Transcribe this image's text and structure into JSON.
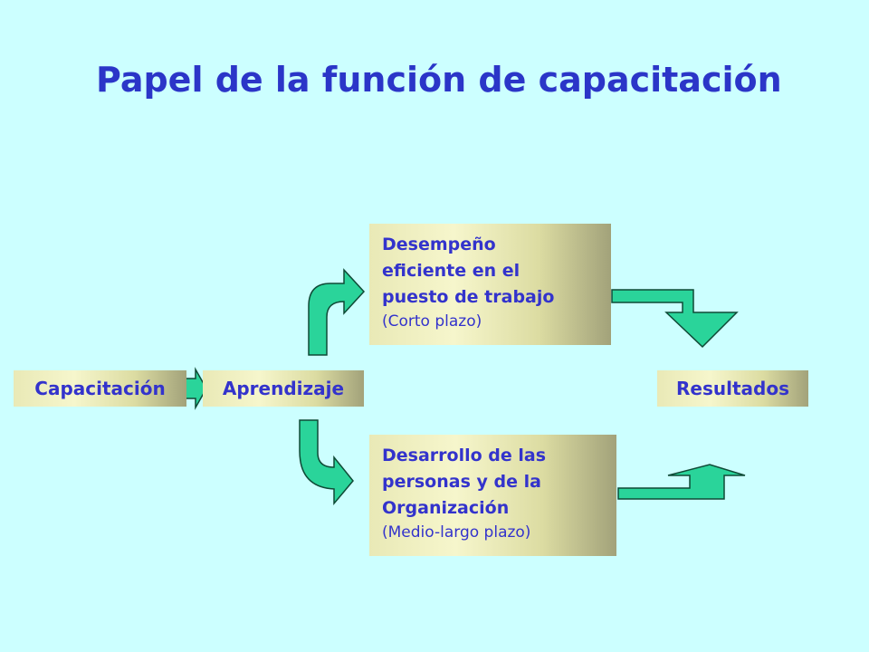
{
  "title": "Papel de la función de capacitación",
  "nodes": {
    "capacitacion": "Capacitación",
    "aprendizaje": "Aprendizaje",
    "resultados": "Resultados"
  },
  "outcomes": {
    "desempeno": {
      "lines": [
        "Desempeño",
        "eficiente en el",
        "puesto de trabajo"
      ],
      "term": "(Corto plazo)"
    },
    "desarrollo": {
      "lines": [
        "Desarrollo de las",
        "personas y de la",
        "Organización"
      ],
      "term": "(Medio-largo plazo)"
    }
  },
  "colors": {
    "background": "#ccffff",
    "title": "#2b35c8",
    "box_text": "#3333cc",
    "arrow_fill": "#2ad49a",
    "arrow_stroke": "#0f4a36"
  },
  "icons": {
    "arrow_right": "block-arrow-right",
    "arrow_curved_up": "curved-arrow-up-right",
    "arrow_curved_down": "curved-arrow-down-right",
    "arrow_down": "block-arrow-down",
    "arrow_up": "block-arrow-up"
  }
}
